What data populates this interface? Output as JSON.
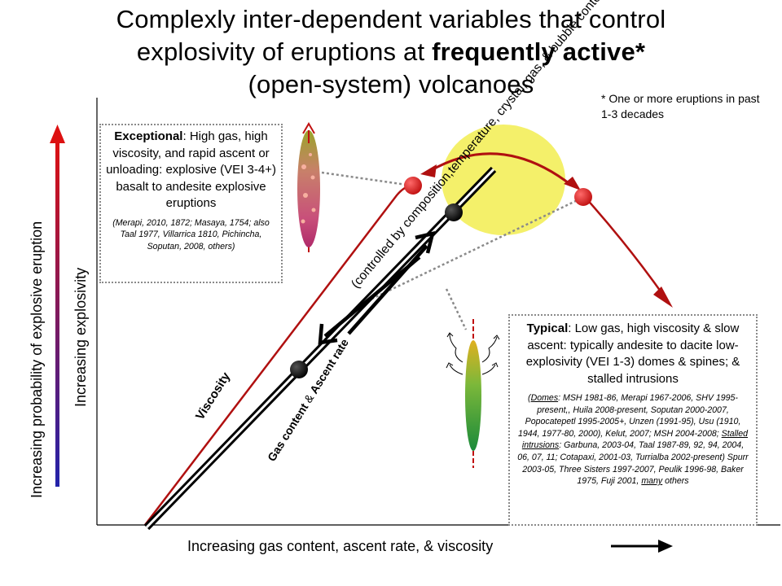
{
  "title": {
    "line1": "Complexly inter-dependent variables that control",
    "line2_prefix": "explosivity of eruptions at ",
    "line2_bold": "frequently active*",
    "line3": "(open-system) volcanoes"
  },
  "footnote": "* One or more eruptions in past 1-3 decades",
  "x_axis_label": "Increasing gas content, ascent rate, & viscosity",
  "y_axis_label_outer": "Increasing probability of explosive eruption",
  "y_axis_label_inner": "Increasing explosivity",
  "curve_label": "(controlled by composition,temperature, crystal, gas, & bubble contents)",
  "viscosity_label": "Viscosity",
  "gas_label": {
    "part1": "Gas content",
    "amp": " & ",
    "part2": "Ascent rate"
  },
  "exceptional": {
    "head_bold": "Exceptional",
    "head_rest": ": High gas, high viscosity, and rapid ascent or unloading: explosive (VEI 3-4+) basalt to andesite explosive eruptions",
    "refs": "(Merapi, 2010, 1872; Masaya, 1754; also Taal 1977, Villarrica 1810, Pichincha, Soputan, 2008, others)"
  },
  "typical": {
    "head_bold": "Typical",
    "head_rest": ": Low gas, high viscosity & slow ascent: typically andesite to dacite low-explosivity (VEI 1-3) domes & spines; & stalled intrusions",
    "refs_domes_label": "Domes",
    "refs_domes": ": MSH 1981-86, Merapi 1967-2006, SHV 1995-present,, Huila 2008-present, Soputan 2000-2007, Popocatepetl 1995-2005+, Unzen (1991-95), Usu (1910, 1944, 1977-80, 2000), Kelut, 2007; MSH 2004-2008; ",
    "refs_stalled_label": "Stalled intrusions",
    "refs_stalled": ": Garbuna, 2003-04, Taal 1987-89, 92, 94, 2004, 06, 07, 11; Cotapaxi, 2001-03, Turrialba 2002-present) Spurr 2003-05, Three Sisters 1997-2007, Peulik 1996-98, Baker 1975, Fuji 2001, ",
    "refs_many": "many",
    "refs_end": " others"
  },
  "colors": {
    "red_curve": "#b01010",
    "red_dot": "#dd1a1a",
    "highlight": "#f4f06a",
    "gradient_top": "#dd1111",
    "gradient_bottom": "#2222aa"
  }
}
